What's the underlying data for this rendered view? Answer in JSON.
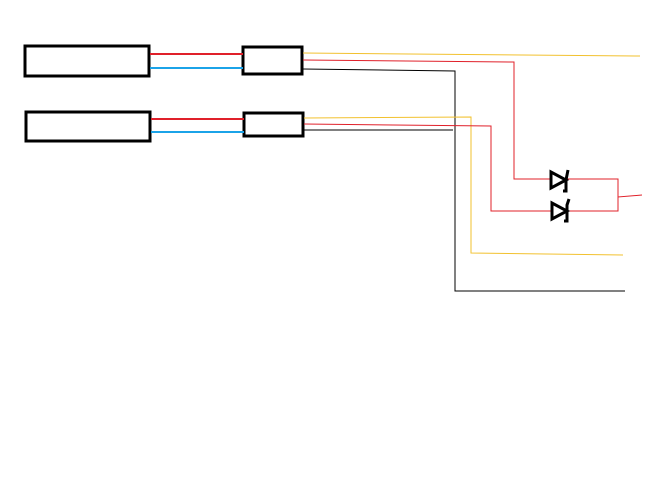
{
  "diagram": {
    "background": "#ffffff",
    "colors": {
      "outline": "#000000",
      "positive_wire": "#e0202a",
      "negative_wire": "#1ba3e8",
      "signal_wire": "#f2c12e",
      "ground_wire": "#000000"
    },
    "modules": [
      {
        "id": "module-1",
        "kind": "large-box"
      },
      {
        "id": "module-2",
        "kind": "large-box"
      },
      {
        "id": "connector-1",
        "kind": "small-box"
      },
      {
        "id": "connector-2",
        "kind": "small-box"
      }
    ],
    "components": [
      {
        "id": "diode-1",
        "symbol": "zener-diode-icon"
      },
      {
        "id": "diode-2",
        "symbol": "zener-diode-icon"
      }
    ]
  }
}
